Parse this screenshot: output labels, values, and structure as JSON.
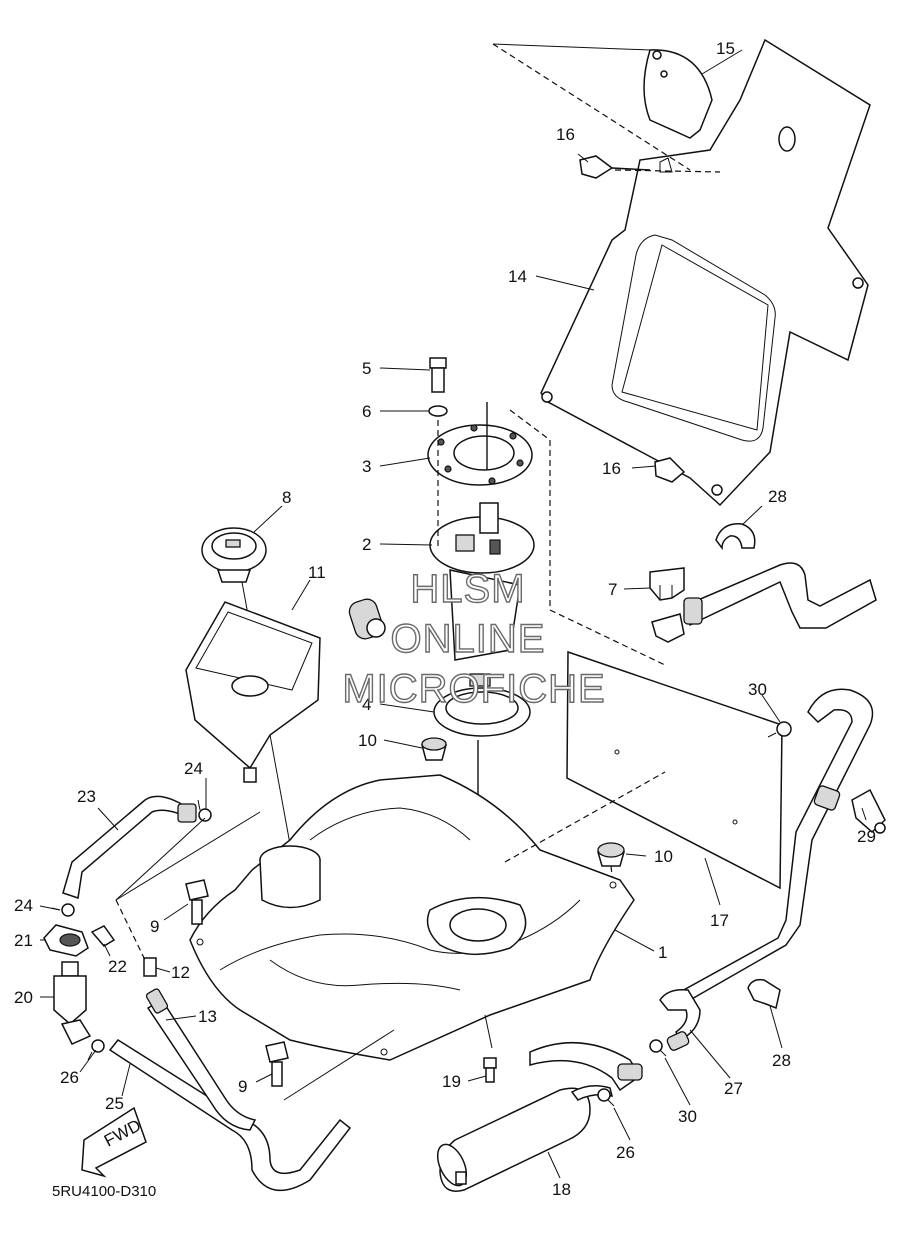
{
  "diagram": {
    "drawing_code": "5RU4100-D310",
    "fwd_label": "FWD",
    "watermark": [
      "HLSM",
      "ONLINE",
      "MICROFICHE"
    ]
  },
  "callouts": {
    "n1": "1",
    "n2": "2",
    "n3": "3",
    "n4": "4",
    "n5": "5",
    "n6": "6",
    "n7": "7",
    "n8": "8",
    "n9": "9",
    "n10": "10",
    "n11": "11",
    "n12": "12",
    "n13": "13",
    "n14": "14",
    "n15": "15",
    "n16": "16",
    "n17": "17",
    "n18": "18",
    "n19": "19",
    "n20": "20",
    "n21": "21",
    "n22": "22",
    "n23": "23",
    "n24": "24",
    "n25": "25",
    "n26": "26",
    "n27": "27",
    "n28": "28",
    "n29": "29",
    "n30": "30"
  }
}
